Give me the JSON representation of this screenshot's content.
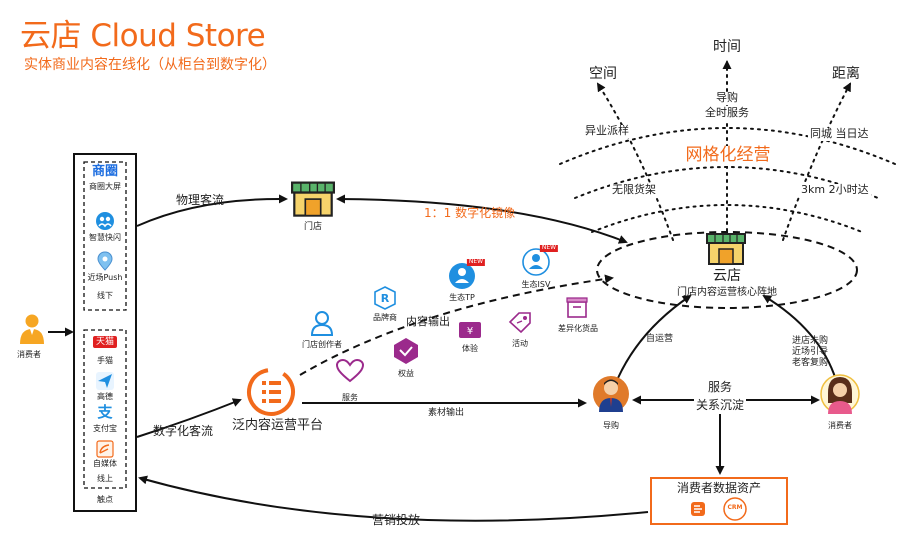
{
  "header": {
    "title": "云店 Cloud Store",
    "subtitle": "实体商业内容在线化（从柜台到数字化）"
  },
  "axes": {
    "space": "空间",
    "time": "时间",
    "distance": "距离"
  },
  "ring": {
    "guide_line1": "导购",
    "guide_line2": "全时服务",
    "cross_industry": "异业派样",
    "same_city": "同城 当日达",
    "grid_ops": "网格化经营",
    "unlimited_shelf": "无限货架",
    "km_delivery": "3km 2小时达"
  },
  "cloud_store": {
    "title": "云店",
    "desc": "门店内容运营核心阵地"
  },
  "store": {
    "label": "门店"
  },
  "flows": {
    "physical": "物理客流",
    "digital": "数字化客流",
    "mirror": "1：1 数字化镜像",
    "content_output": "内容输出",
    "material_output": "素材输出",
    "self_ops": "自运营",
    "nearby_line1": "进店未购",
    "nearby_line2": "近场引导",
    "nearby_line3": "老客复购",
    "service_line1": "服务",
    "service_line2": "关系沉淀",
    "marketing": "营销投放"
  },
  "touchpoints": {
    "offline": {
      "items": [
        {
          "logo": "商圈",
          "label": "商圈大屏"
        },
        {
          "label": "智慧快闪"
        },
        {
          "label": "近场Push"
        }
      ],
      "group_label": "线下"
    },
    "online": {
      "items": [
        {
          "logo": "天猫",
          "label": "手猫"
        },
        {
          "label": "高德"
        },
        {
          "logo": "支",
          "label": "支付宝"
        },
        {
          "label": "自媒体"
        }
      ],
      "group_label": "线上"
    },
    "footer": "触点"
  },
  "consumer_left": {
    "label": "消费者"
  },
  "platform": {
    "label": "泛内容运营平台"
  },
  "ecosystem": {
    "creator": "门店创作者",
    "brand": "品牌商",
    "eco_tp": "生态TP",
    "eco_isv": "生态ISV",
    "new_badge": "NEW",
    "differentiated": "差异化货品",
    "activity": "活动",
    "experience": "体验",
    "rights": "权益",
    "service": "服务"
  },
  "guide": {
    "label": "导购"
  },
  "consumer_right": {
    "label": "消费者"
  },
  "crm": {
    "title": "消费者数据资产",
    "badge": "CRM"
  },
  "colors": {
    "accent": "#f26a1b",
    "icon_blue": "#1f8fe0",
    "icon_purple": "#9b2a8c",
    "green": "#4cb050"
  }
}
